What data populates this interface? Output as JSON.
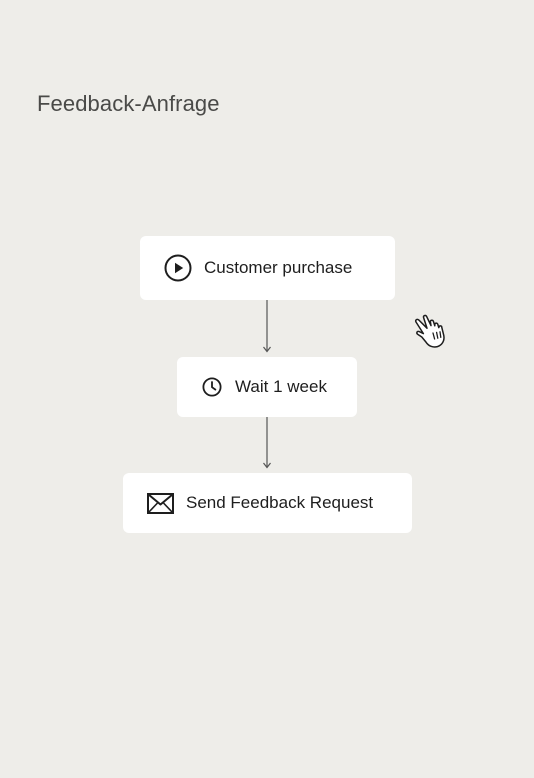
{
  "page": {
    "title": "Feedback-Anfrage",
    "background_color": "#eeede9"
  },
  "flow": {
    "nodes": [
      {
        "id": "trigger",
        "icon": "play-circle-icon",
        "label": "Customer purchase"
      },
      {
        "id": "wait",
        "icon": "clock-icon",
        "label": "Wait 1 week"
      },
      {
        "id": "action",
        "icon": "mail-icon",
        "label": "Send Feedback Request"
      }
    ],
    "connector_color": "#555555",
    "node_color": "#ffffff"
  },
  "cursor": {
    "icon": "hand-pointer-icon"
  }
}
